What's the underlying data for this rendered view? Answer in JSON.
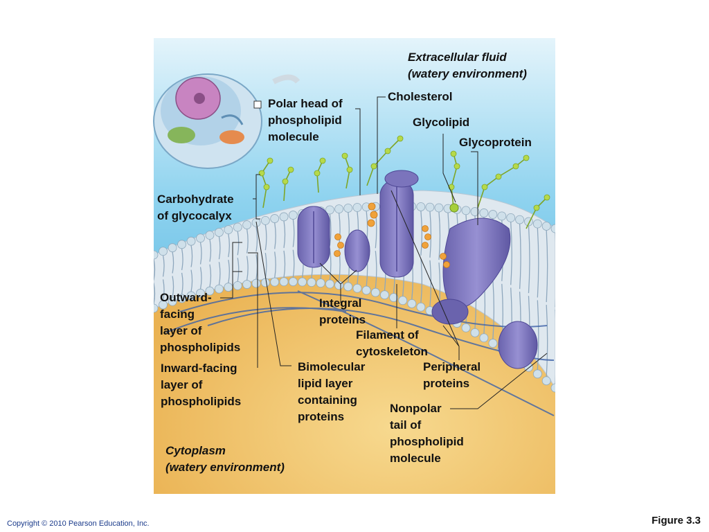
{
  "diagram": {
    "labels": {
      "extracellular": "Extracellular fluid\n(watery environment)",
      "polar_head": "Polar head of\nphospholipid\nmolecule",
      "cholesterol": "Cholesterol",
      "glycolipid": "Glycolipid",
      "glycoprotein": "Glycoprotein",
      "carbohydrate": "Carbohydrate\nof glycocalyx",
      "outward": "Outward-\nfacing\nlayer of\nphospholipids",
      "integral": "Integral\nproteins",
      "filament": "Filament of\ncytoskeleton",
      "peripheral": "Peripheral\nproteins",
      "inward": "Inward-facing\nlayer of\nphospholipids",
      "bimolecular": "Bimolecular\nlipid layer\ncontaining\nproteins",
      "nonpolar": "Nonpolar\ntail of\nphospholipid\nmolecule",
      "cytoplasm": "Cytoplasm\n(watery environment)"
    },
    "colors": {
      "extracellular_fluid": "#4fb6de",
      "cytoplasm": "#f3c56a",
      "protein": "#8079bf",
      "phospholipid_head": "#c9dbe6",
      "cholesterol": "#f0a23a",
      "glycolipid_sugar": "#a6cf3a"
    }
  },
  "footer": {
    "copyright": "Copyright © 2010 Pearson Education, Inc.",
    "figure": "Figure 3.3"
  }
}
